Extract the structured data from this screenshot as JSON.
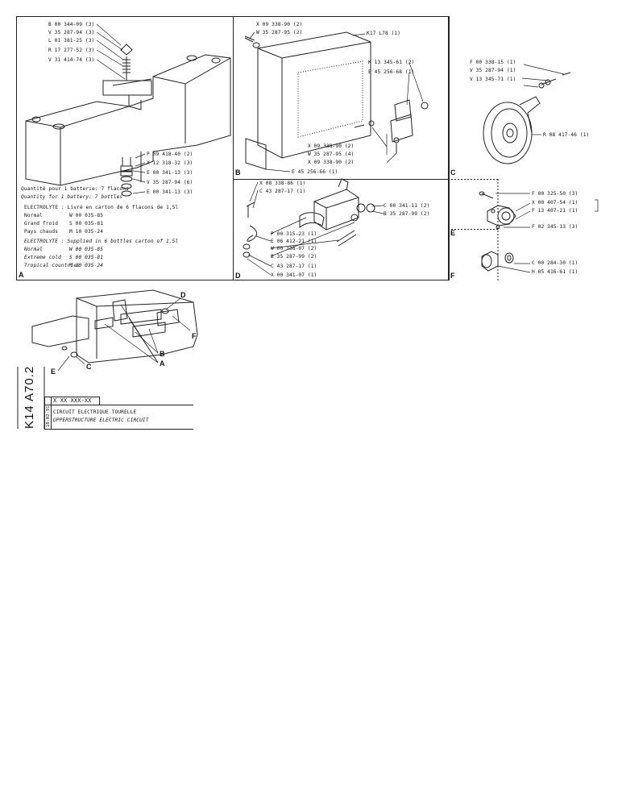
{
  "panel_a": {
    "label": "A",
    "parts": [
      "B 00 344-09 (3)",
      "V 35 287-94 (3)",
      "L 01 381-25 (3)",
      "R 17 277-52 (3)",
      "V 31 414-74 (3)"
    ],
    "parts_lower": [
      "P 09 418-40 (2)",
      "X 12 318-32 (3)",
      "E 00 341-13 (3)",
      "V 35 287-94 (6)",
      "E 00 341-13 (3)"
    ],
    "qty_fr": "Quantité pour 1 batterie: 7 flacons",
    "qty_en": "Quantity for 1 battery: 7 bottles",
    "electrolyte_fr_title": "ELECTROLYTE : Livré en carton de 6 flacons de 1,5l",
    "electrolyte_fr": [
      {
        "name": "Normal",
        "code": "W 00 035-85"
      },
      {
        "name": "Grand froid",
        "code": "S 00 035-81"
      },
      {
        "name": "Pays chauds",
        "code": "M 10 035-24"
      }
    ],
    "electrolyte_en_title": "ELECTROLYTE : Supplied in 6 bottles carton of 1,5l",
    "electrolyte_en": [
      {
        "name": "Normal",
        "code": "W 00 035-85"
      },
      {
        "name": "Extreme cold",
        "code": "S 00 035-81"
      },
      {
        "name": "Tropical countries",
        "code": "M 10 035-24"
      }
    ]
  },
  "panel_b": {
    "label": "B",
    "parts": [
      "X 09 338-90 (2)",
      "W 35 287-95 (2)",
      "K17  L78 (1)",
      "K 13 345-61 (2)",
      "E 45 256-68 (1)",
      "X 09 338-90 (2)",
      "W 35 287-95 (4)",
      "X 09 338-90 (2)",
      "E 45 256-66 (1)"
    ]
  },
  "panel_c": {
    "label": "C",
    "parts": [
      "F 00 338-15 (1)",
      "V 35 287-94 (1)",
      "V 13 345-71 (1)",
      "R 08 417-46 (1)"
    ]
  },
  "panel_d": {
    "label": "D",
    "parts": [
      "X 08 338-86 (1)",
      "C 43 287-17 (1)",
      "C 00 341-11 (2)",
      "B 35 287-99 (2)",
      "P 00 315-23 (1)",
      "E 06 412-21 (1)",
      "W 00 338-07 (2)",
      "B 35 287-99 (2)",
      "C 43 287-17 (1)",
      "X 00 341-07 (1)"
    ]
  },
  "panel_e": {
    "label": "E",
    "parts": [
      "F 00 325-50 (3)",
      "X 00 407-54 (1)",
      "F 13 407-21 (1)",
      "F 02 345-13 (3)"
    ]
  },
  "panel_f": {
    "label": "F",
    "parts": [
      "C 00 284-30 (1)",
      "H 05 416-61 (1)"
    ]
  },
  "overview": {
    "labels": [
      "D",
      "F",
      "B",
      "A",
      "E",
      "C"
    ]
  },
  "title_block": {
    "code_vertical": "K14 A70.2",
    "ref": "X XX XXX-XX",
    "date": "18-02-91",
    "title_fr": "CIRCUIT ELECTRIQUE TOURELLE",
    "title_en": "UPPERSTRUCTURE ELECTRIC CIRCUIT"
  }
}
